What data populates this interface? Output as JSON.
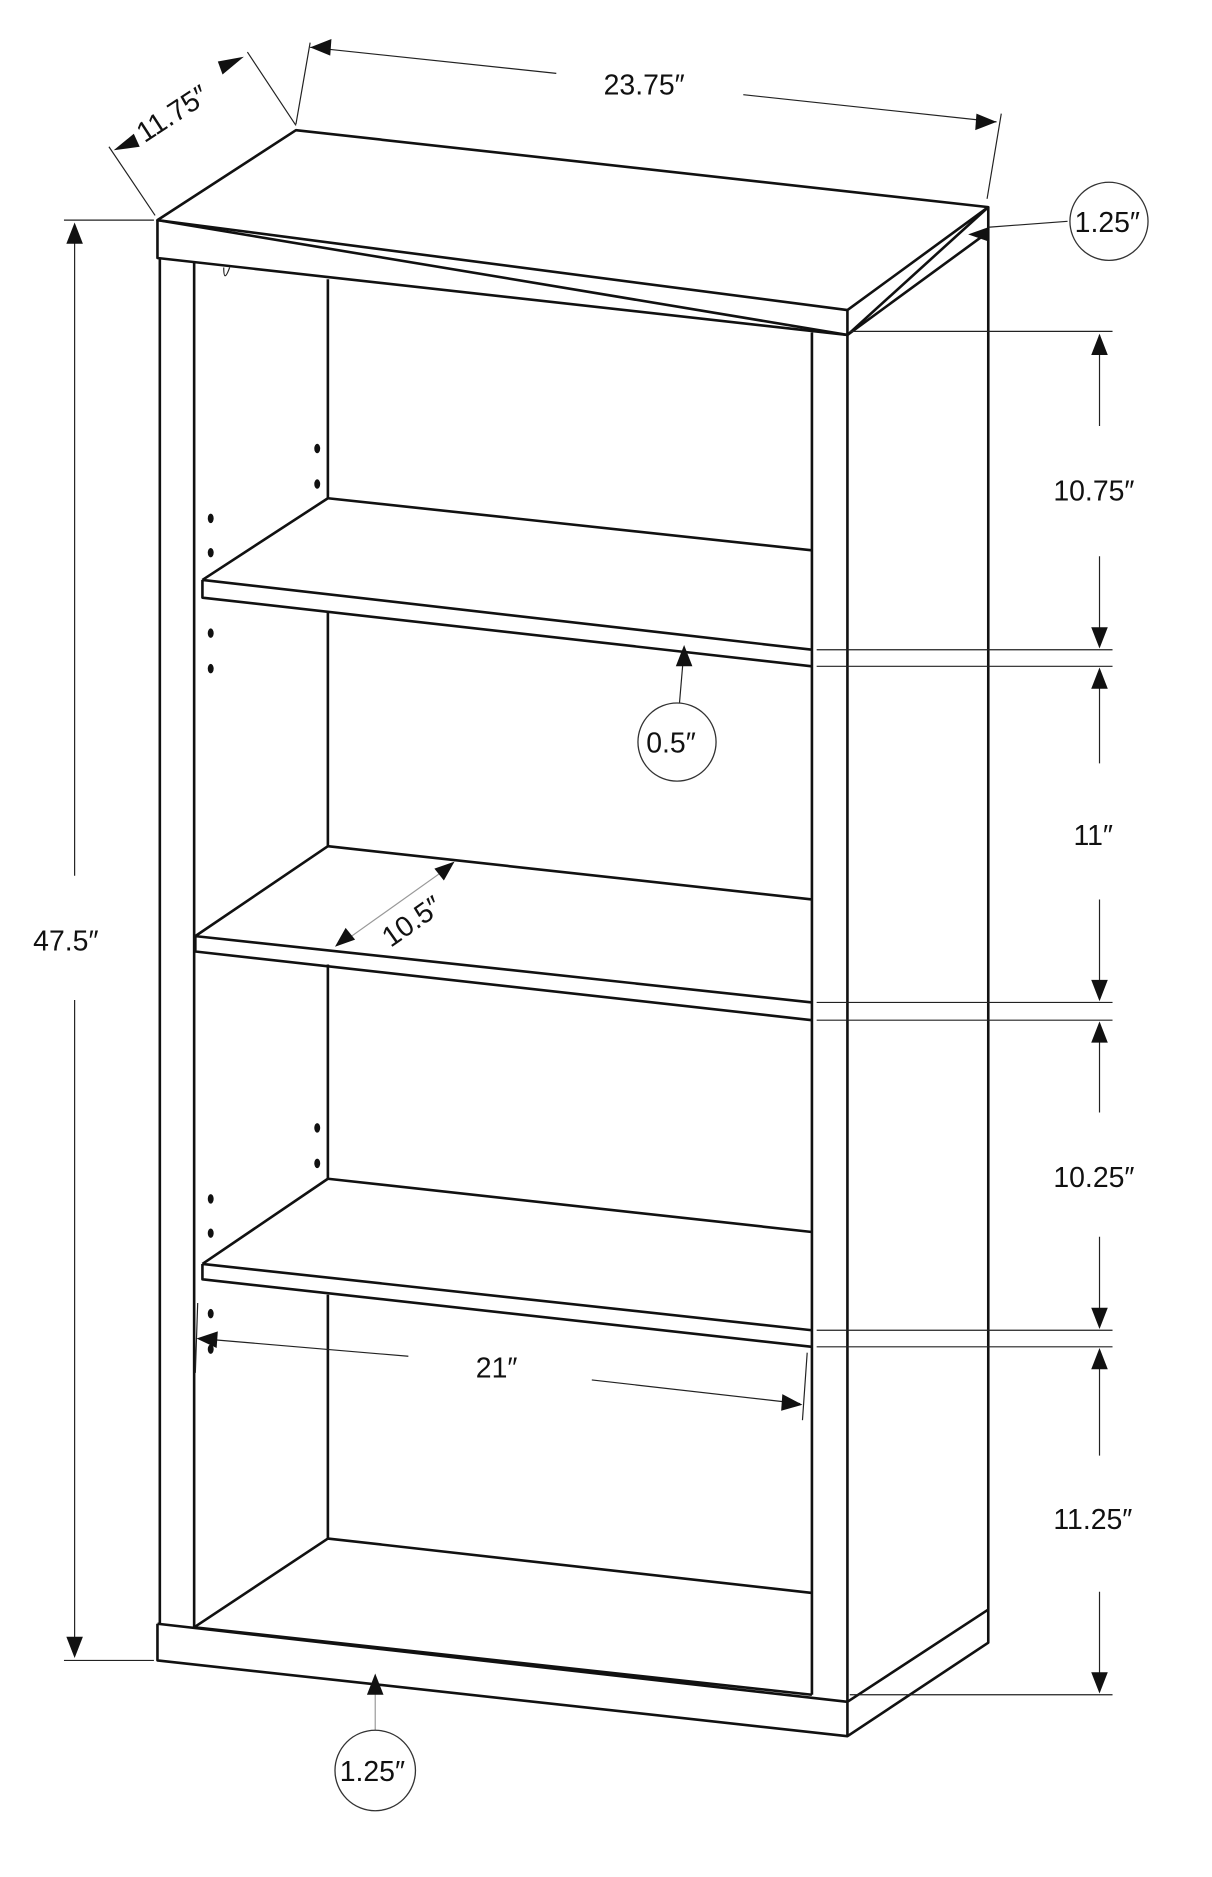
{
  "title": "Bookcase dimension drawing",
  "dimensions": {
    "depth": "11.75″",
    "width": "23.75″",
    "height": "47.5″",
    "top_thickness": "1.25″",
    "bottom_thickness": "1.25″",
    "shelf_thickness": "0.5″",
    "shelf_depth": "10.5″",
    "shelf_width": "21″",
    "gap_1": "10.75″",
    "gap_2": "11″",
    "gap_3": "10.25″",
    "gap_4": "11.25″"
  },
  "colors": {
    "line": "#111111",
    "background": "#ffffff"
  }
}
